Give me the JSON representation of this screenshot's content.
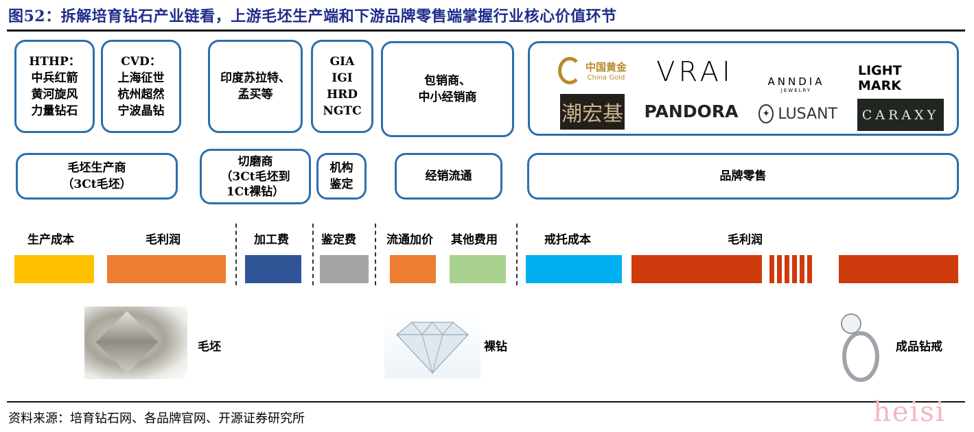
{
  "title": "图52：拆解培育钻石产业链看，上游毛坯生产端和下游品牌零售端掌握行业核心价值环节",
  "players": [
    {
      "lines": [
        "HTHP：",
        "中兵红箭",
        "黄河旋风",
        "力量钻石"
      ]
    },
    {
      "lines": [
        "CVD：",
        "上海征世",
        "杭州超然",
        "宁波晶钻"
      ]
    },
    {
      "lines": [
        "印度苏拉特、",
        "孟买等"
      ]
    },
    {
      "lines": [
        "GIA",
        "IGI",
        "HRD",
        "NGTC"
      ]
    },
    {
      "lines": [
        "包销商、",
        "中小经销商"
      ]
    }
  ],
  "brands": [
    "中国黄金",
    "China Gold",
    "VRAI",
    "ANNDIA",
    "JEWELRY",
    "LIGHT MARK",
    "潮宏基",
    "PANDORA",
    "LUSANT",
    "CARAXY"
  ],
  "stages": [
    {
      "lines": [
        "毛坯生产商",
        "（3Ct毛坯）"
      ]
    },
    {
      "lines": [
        "切磨商",
        "（3Ct毛坯到",
        "1Ct裸钻）"
      ]
    },
    {
      "lines": [
        "机构",
        "鉴定"
      ]
    },
    {
      "lines": [
        "经销流通"
      ]
    },
    {
      "lines": [
        "品牌零售"
      ]
    }
  ],
  "cost_labels": [
    "生产成本",
    "毛利润",
    "加工费",
    "鉴定费",
    "流通加价",
    "其他费用",
    "戒托成本",
    "毛利润"
  ],
  "colors": {
    "production_cost": "#ffc000",
    "gross_profit": "#ed7d31",
    "processing": "#2f5597",
    "grading": "#a5a5a5",
    "markup": "#ed7d31",
    "other": "#a9d18e",
    "setting_cost": "#00b0f0",
    "retail_profit": "#cf3a0c",
    "border": "#2a6fae"
  },
  "products": [
    "毛坯",
    "裸钻",
    "成品钻戒"
  ],
  "source": "资料来源：培育钻石网、各品牌官网、开源证券研究所",
  "watermark": "heisi"
}
